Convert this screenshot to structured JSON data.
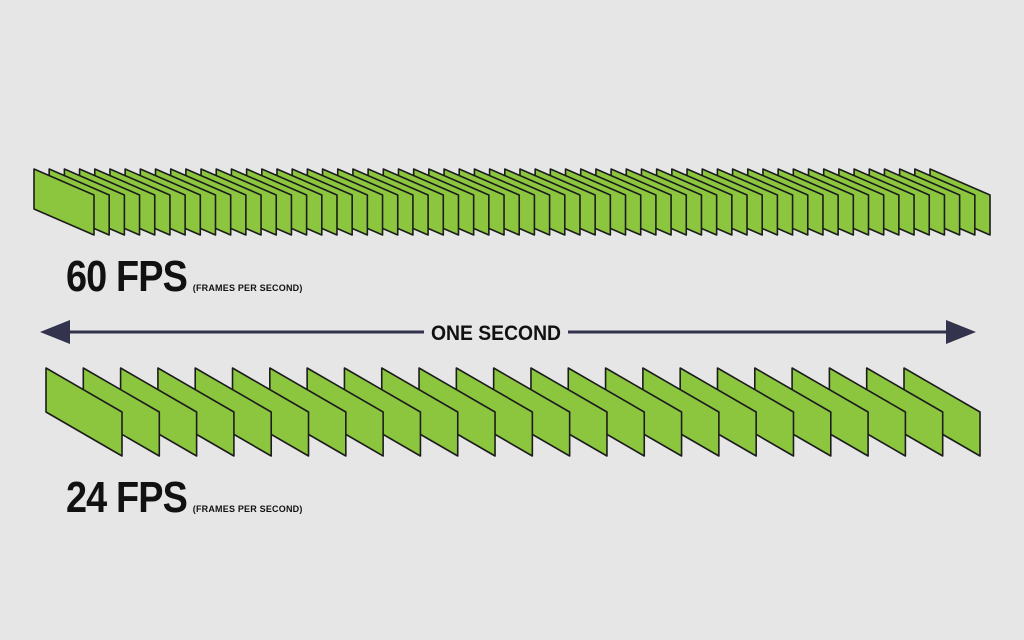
{
  "colors": {
    "background": "#e6e6e6",
    "frame_fill": "#8cc63f",
    "frame_stroke": "#1c1c1c",
    "arrow": "#33334d",
    "text": "#111111"
  },
  "rows": [
    {
      "count": 60,
      "title": "60 FPS",
      "subtitle": "(FRAMES PER SECOND)"
    },
    {
      "count": 24,
      "title": "24 FPS",
      "subtitle": "(FRAMES PER SECOND)"
    }
  ],
  "arrow_label": "ONE SECOND"
}
